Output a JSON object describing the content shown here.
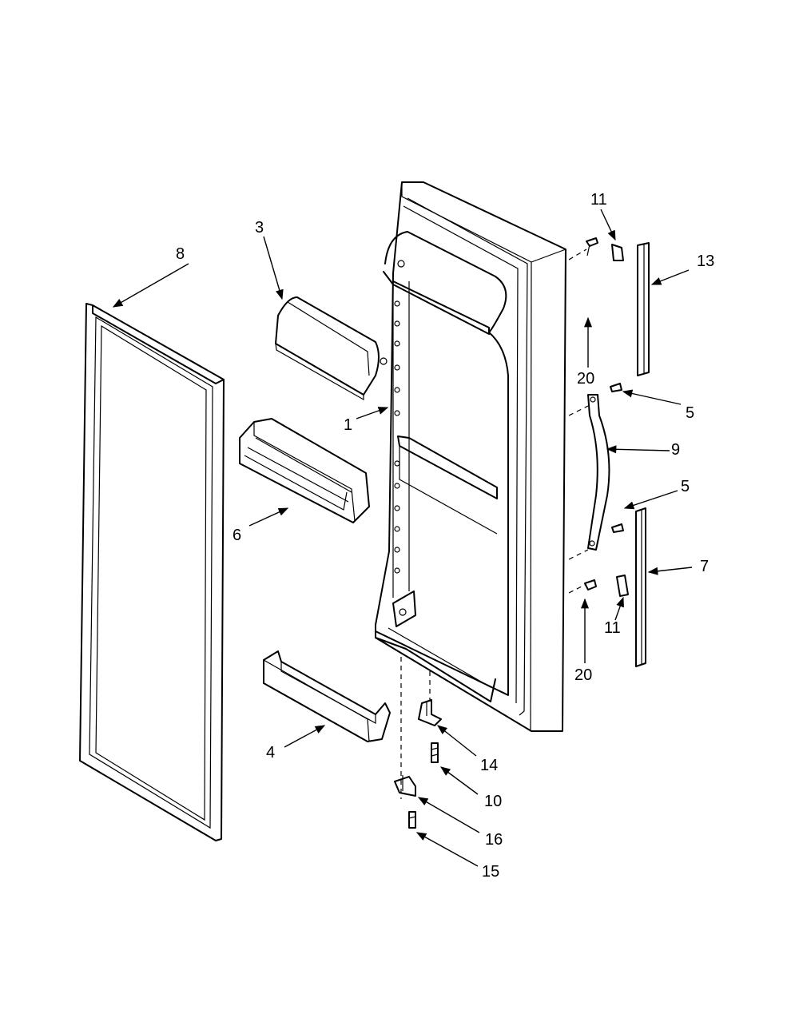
{
  "callouts": [
    {
      "id": "c1",
      "text": "1"
    },
    {
      "id": "c3",
      "text": "3"
    },
    {
      "id": "c4",
      "text": "4"
    },
    {
      "id": "c5a",
      "text": "5"
    },
    {
      "id": "c5b",
      "text": "5"
    },
    {
      "id": "c6",
      "text": "6"
    },
    {
      "id": "c7",
      "text": "7"
    },
    {
      "id": "c8",
      "text": "8"
    },
    {
      "id": "c9",
      "text": "9"
    },
    {
      "id": "c10",
      "text": "10"
    },
    {
      "id": "c11a",
      "text": "11"
    },
    {
      "id": "c11b",
      "text": "11"
    },
    {
      "id": "c13",
      "text": "13"
    },
    {
      "id": "c14",
      "text": "14"
    },
    {
      "id": "c15",
      "text": "15"
    },
    {
      "id": "c16",
      "text": "16"
    },
    {
      "id": "c20a",
      "text": "20"
    },
    {
      "id": "c20b",
      "text": "20"
    }
  ]
}
